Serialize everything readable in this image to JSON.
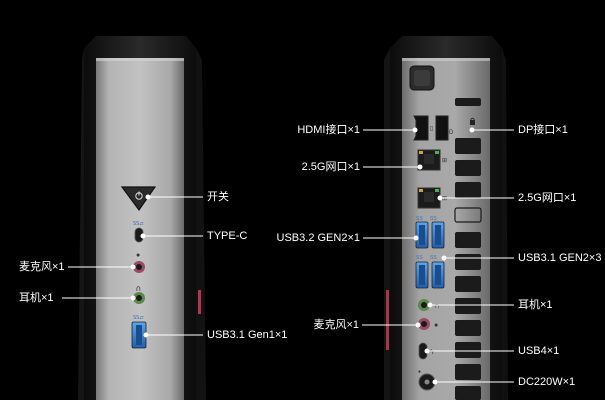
{
  "front_labels": {
    "power": "开关",
    "typec": "TYPE-C",
    "mic": "麦克风×1",
    "earphone": "耳机×1",
    "usb31": "USB3.1 Gen1×1"
  },
  "rear_labels": {
    "hdmi": "HDMI接口×1",
    "dp": "DP接口×1",
    "lan1": "2.5G网口×1",
    "lan2": "2.5G网口×1",
    "usb32": "USB3.2 GEN2×1",
    "usb31": "USB3.1 GEN2×3",
    "earphone": "耳机×1",
    "mic": "麦克风×1",
    "usb4": "USB4×1",
    "dc": "DC220W×1"
  },
  "colors": {
    "background": "#000000",
    "panel": "#a7a7a7",
    "panel_dark": "#6e6e6e",
    "shell": "#1f1f1f",
    "usb_blue": "#2f7fd6",
    "audio_green": "#5a8a4a",
    "audio_pink": "#9a4a64",
    "accent_red": "#d23a5a"
  },
  "icons": [
    "power-icon",
    "usb-ss-icon",
    "headphone-icon",
    "mic-icon",
    "lan-icon",
    "hdmi-icon",
    "displayport-icon",
    "lock-icon",
    "thunderbolt-icon",
    "dc-power-icon"
  ]
}
